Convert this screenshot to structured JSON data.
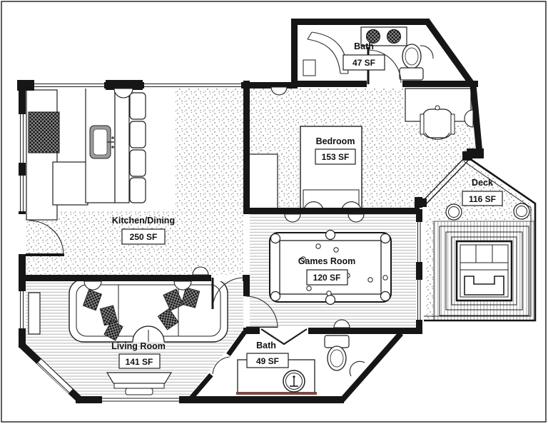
{
  "rooms": [
    {
      "id": "kitchen-dining",
      "label": "Kitchen/Dining",
      "area": "250 SF"
    },
    {
      "id": "bedroom",
      "label": "Bedroom",
      "area": "153 SF"
    },
    {
      "id": "bath-upper",
      "label": "Bath",
      "area": "47 SF"
    },
    {
      "id": "deck",
      "label": "Deck",
      "area": "116 SF"
    },
    {
      "id": "games-room",
      "label": "Games Room",
      "area": "120 SF"
    },
    {
      "id": "living-room",
      "label": "Living Room",
      "area": "141 SF"
    },
    {
      "id": "bath-lower",
      "label": "Bath",
      "area": "49 SF"
    }
  ],
  "colors": {
    "wall": "#161616",
    "paper": "#ffffff",
    "floor_dot": "#8a8a8a",
    "floor_line": "#ababab",
    "deck_line": "#9a9a9a",
    "vanity_accent": "#7b4a43"
  },
  "fixtures": [
    "range-stove",
    "kitchen-counter",
    "refrigerator",
    "kitchen-island",
    "kitchen-sink",
    "bar-stool",
    "entry-door",
    "bed",
    "pillow",
    "closet",
    "desk",
    "desk-chair",
    "wall-sconce",
    "pool-table",
    "pool-pocket",
    "pool-ball",
    "sofa",
    "throw-pillow",
    "tv-stand",
    "shelf",
    "shower",
    "double-vanity-sinks",
    "toilet",
    "corner-basin",
    "vanity-counter",
    "round-sink",
    "hot-tub",
    "deck-stool",
    "sliding-glass-door",
    "french-doors",
    "window",
    "door-swing"
  ]
}
